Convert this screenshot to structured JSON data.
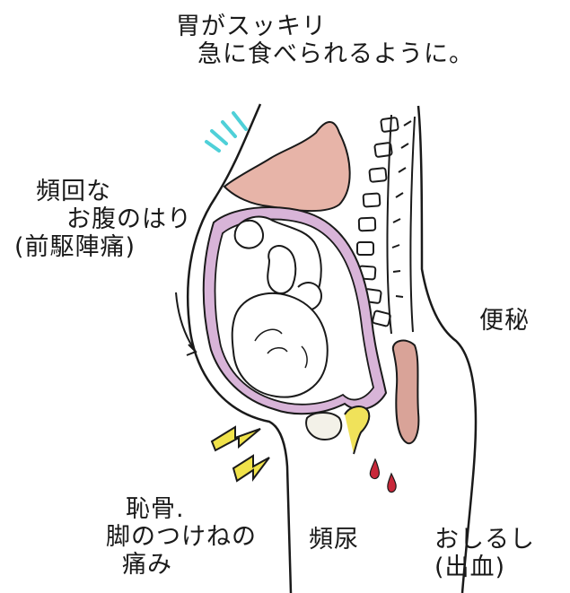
{
  "labels": {
    "stomach": [
      "胃がスッキリ",
      "急に食べられるように。"
    ],
    "braxton_hicks": [
      "頻回な",
      "お腹のはり",
      "(前駆陣痛)"
    ],
    "constipation": "便秘",
    "pubic_pain": [
      "恥骨.",
      "脚のつけねの",
      "痛み"
    ],
    "frequent_urination": "頻尿",
    "bloody_show": [
      "おしるし",
      "(出血)"
    ]
  },
  "colors": {
    "line": "#1a1a1a",
    "stomach": "#e7b4a8",
    "uterus": "#d8b4d8",
    "rectum": "#d9a398",
    "blood": "#c8283a",
    "lightning": "#f0e24a",
    "bladder": "#f0e25a",
    "movement": "#4fd0d8"
  }
}
